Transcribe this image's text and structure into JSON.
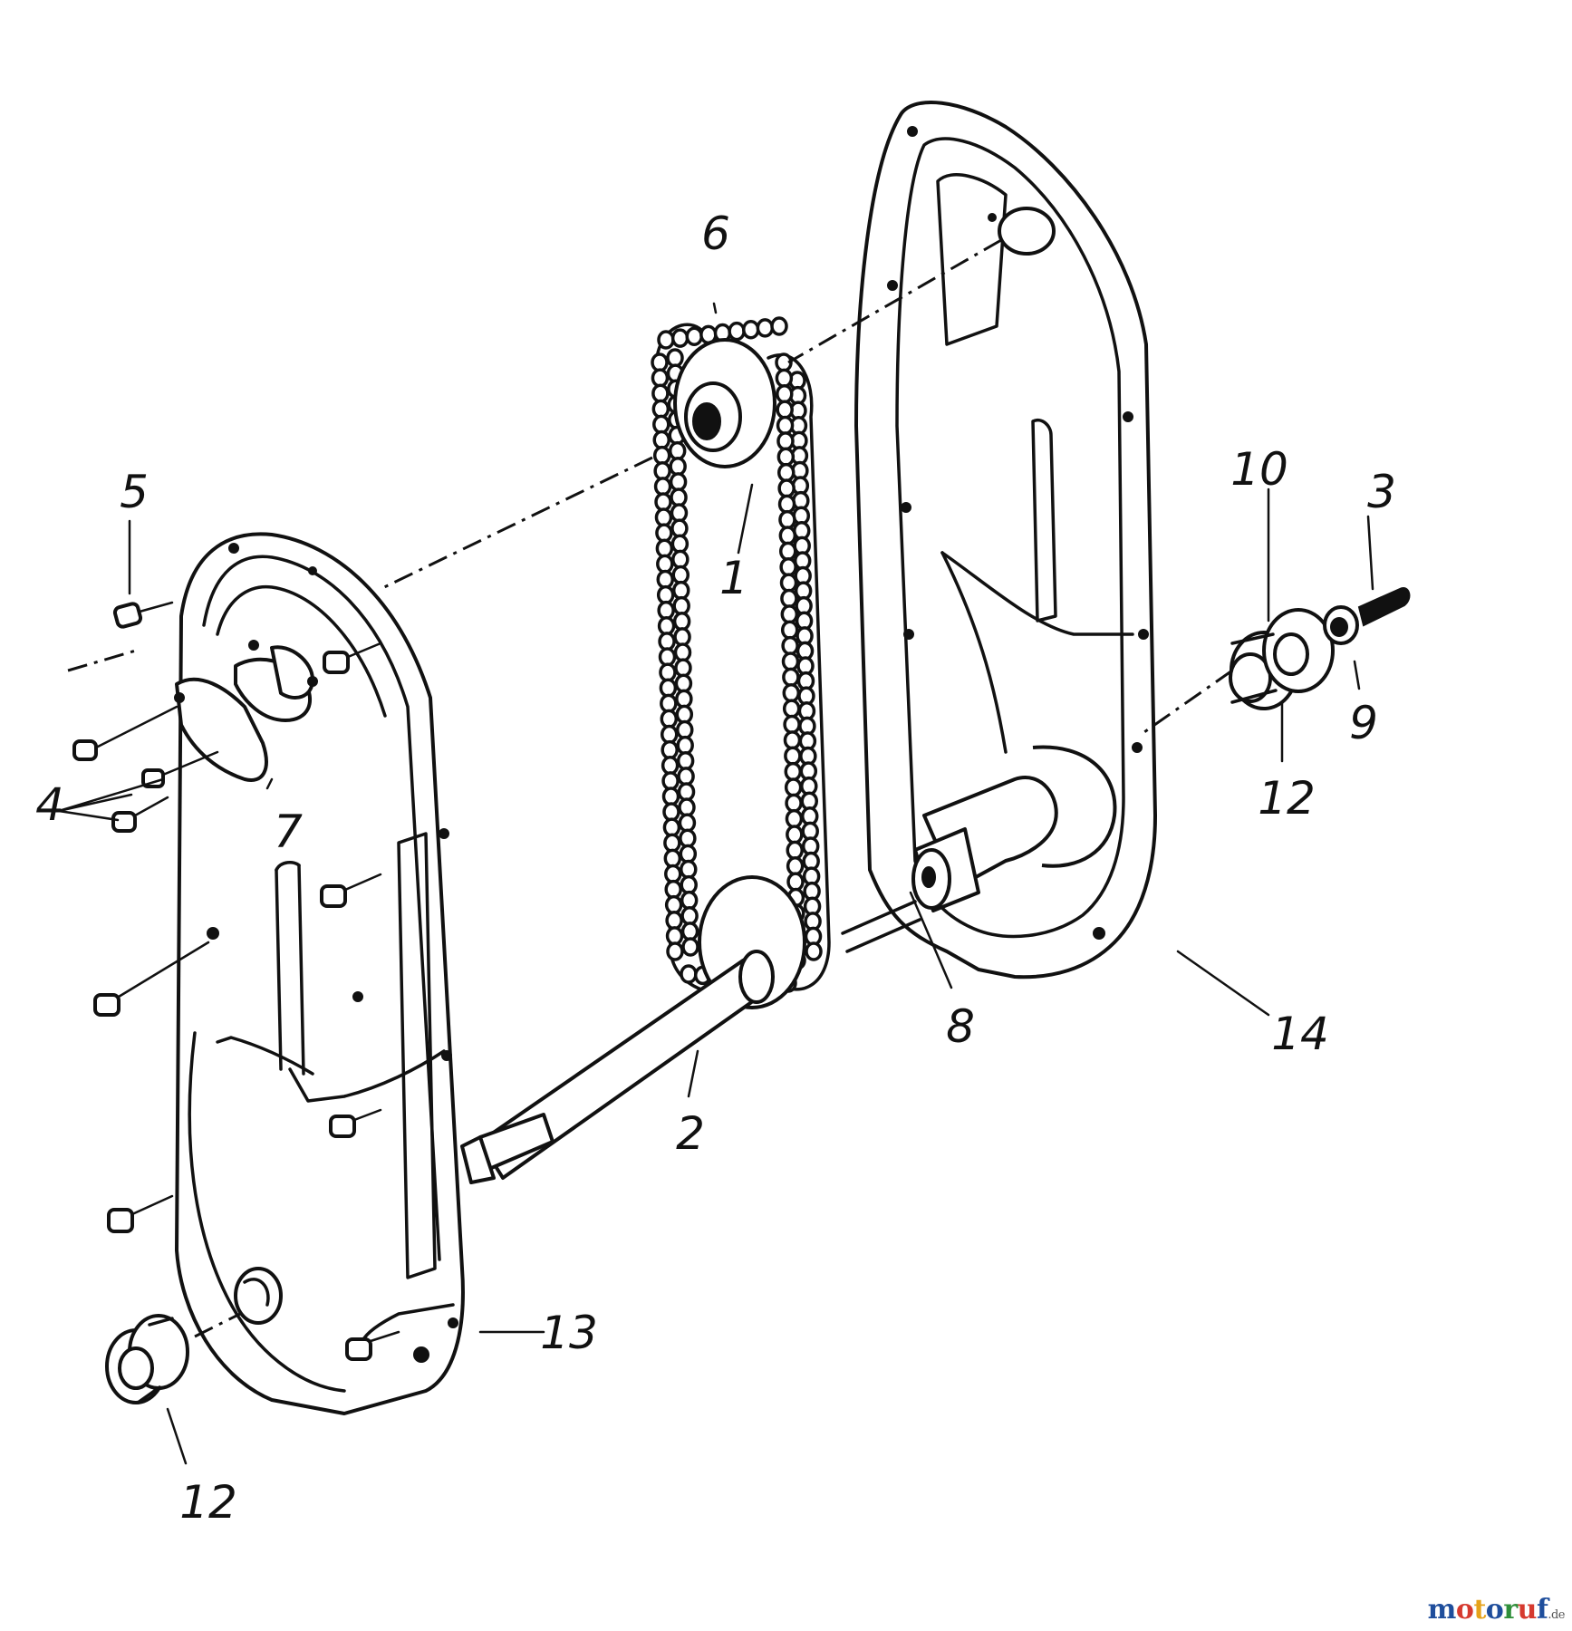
{
  "callouts": [
    {
      "id": "1",
      "label": "1"
    },
    {
      "id": "2",
      "label": "2"
    },
    {
      "id": "3",
      "label": "3"
    },
    {
      "id": "4",
      "label": "4"
    },
    {
      "id": "5",
      "label": "5"
    },
    {
      "id": "6",
      "label": "6"
    },
    {
      "id": "7",
      "label": "7"
    },
    {
      "id": "8",
      "label": "8"
    },
    {
      "id": "9",
      "label": "9"
    },
    {
      "id": "10",
      "label": "10"
    },
    {
      "id": "12a",
      "label": "12"
    },
    {
      "id": "12b",
      "label": "12"
    },
    {
      "id": "13",
      "label": "13"
    },
    {
      "id": "14",
      "label": "14"
    }
  ],
  "watermark": {
    "letters": [
      "m",
      "o",
      "t",
      "o",
      "r",
      "u",
      "f"
    ],
    "letter_colors": [
      "#1f4e9c",
      "#d63a2f",
      "#e6a21a",
      "#1f4e9c",
      "#2f8f3a",
      "#d63a2f",
      "#1f4e9c"
    ],
    "suffix": ".de",
    "suffix_color": "#555555"
  }
}
